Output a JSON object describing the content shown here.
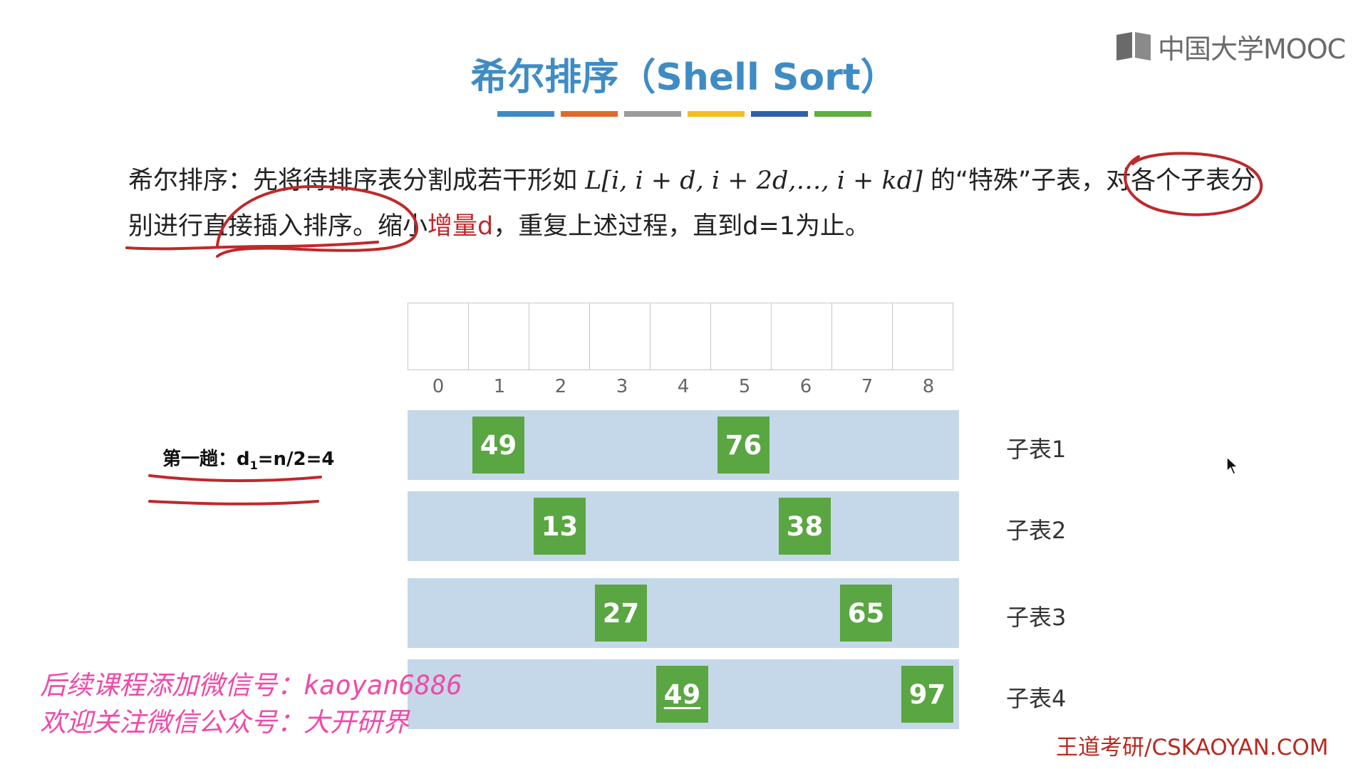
{
  "logo": {
    "text": "中国大学MOOC",
    "icon": "book-icon"
  },
  "slide": {
    "title": "希尔排序（Shell Sort）",
    "title_bar_colors": [
      "#3f8cc4",
      "#e0692b",
      "#9b9b9b",
      "#f2be21",
      "#2f5fae",
      "#5fae3e"
    ],
    "desc": {
      "part1": "希尔排序：先将待排序表分割成若干形如 ",
      "formula": "L[i, i + d, i + 2d,…, i + kd]",
      "part2": " 的“特殊”子表，对各个子表分别进行直接插入排序。缩小",
      "highlight": "增量d",
      "part3": "，重复上述过程，直到d=1为止。"
    },
    "indices": [
      "0",
      "1",
      "2",
      "3",
      "4",
      "5",
      "6",
      "7",
      "8"
    ],
    "pass_label_prefix": "第一趟：d",
    "pass_label_sub": "1",
    "pass_label_suffix": "=n/2=4",
    "subtables": [
      {
        "label": "子表1",
        "values": [
          "49",
          "76"
        ]
      },
      {
        "label": "子表2",
        "values": [
          "13",
          "38"
        ]
      },
      {
        "label": "子表3",
        "values": [
          "27",
          "65"
        ]
      },
      {
        "label": "子表4",
        "values": [
          "49",
          "97"
        ]
      }
    ]
  },
  "watermark": {
    "line1": "后续课程添加微信号：kaoyan6886",
    "line2": "欢迎关注微信公众号：大开研界",
    "brand": "王道考研/CSKAOYAN.COM"
  },
  "colors": {
    "accent": "#3f8cc4",
    "cell_green": "#5aa642",
    "band_blue": "#c4d8e9",
    "annotation_red": "#c0282a"
  }
}
